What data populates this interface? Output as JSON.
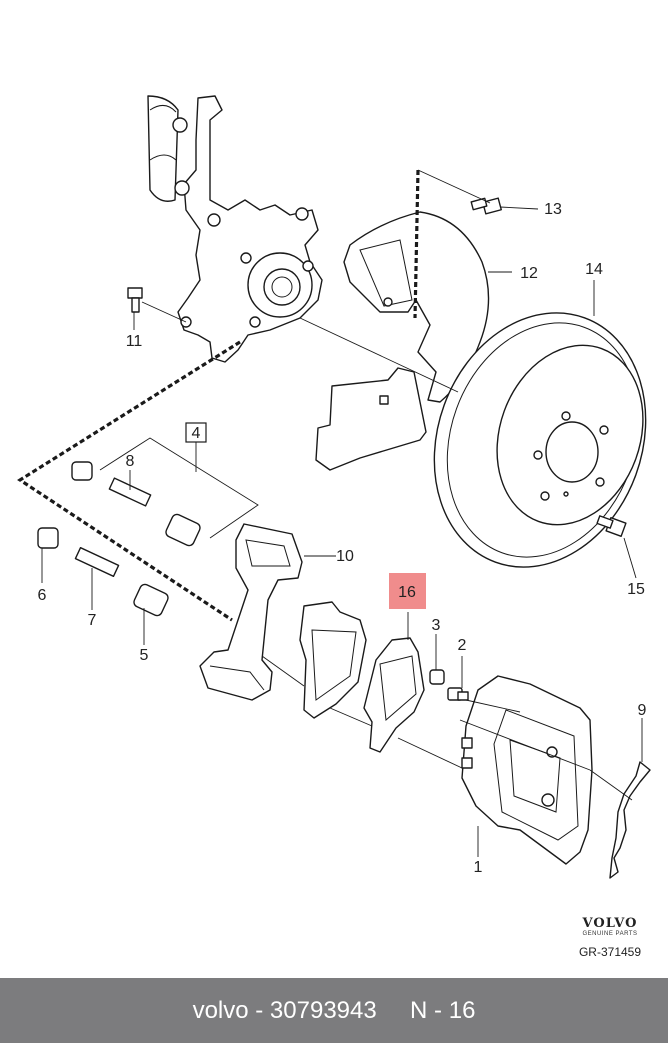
{
  "callouts": {
    "c1": "1",
    "c2": "2",
    "c3": "3",
    "c4": "4",
    "c5": "5",
    "c6": "6",
    "c7": "7",
    "c8": "8",
    "c9": "9",
    "c10": "10",
    "c11": "11",
    "c12": "12",
    "c13": "13",
    "c14": "14",
    "c15": "15",
    "c16": "16"
  },
  "highlight_color": "#f08c8c",
  "brand": {
    "logo_text": "VOLVO",
    "logo_subtext": "GENUINE PARTS",
    "diagram_id": "GR-371459"
  },
  "footer": {
    "text": "volvo - 30793943     N - 16",
    "background": "#7c7c7e"
  }
}
